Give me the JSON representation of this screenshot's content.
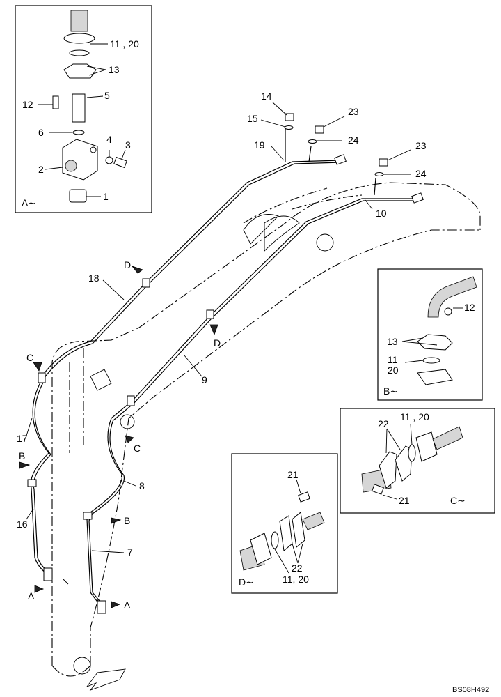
{
  "drawing_code": "BS08H492",
  "detail_labels": {
    "A": "A∼",
    "B": "B∼",
    "C": "C∼",
    "D": "D∼"
  },
  "view_markers": {
    "A": "A",
    "B": "B",
    "C": "C",
    "D": "D"
  },
  "callouts": {
    "p1": "1",
    "p2": "2",
    "p3": "3",
    "p4": "4",
    "p5": "5",
    "p6": "6",
    "p7": "7",
    "p8": "8",
    "p9": "9",
    "p10": "10",
    "p11_20": "11 , 20",
    "p11_20b": "11",
    "p20": "20",
    "p12": "12",
    "p13": "13",
    "p14": "14",
    "p15": "15",
    "p16": "16",
    "p17": "17",
    "p18": "18",
    "p19": "19",
    "p21": "21",
    "p22": "22",
    "p23": "23",
    "p24": "24",
    "p11_20d": "11, 20"
  }
}
